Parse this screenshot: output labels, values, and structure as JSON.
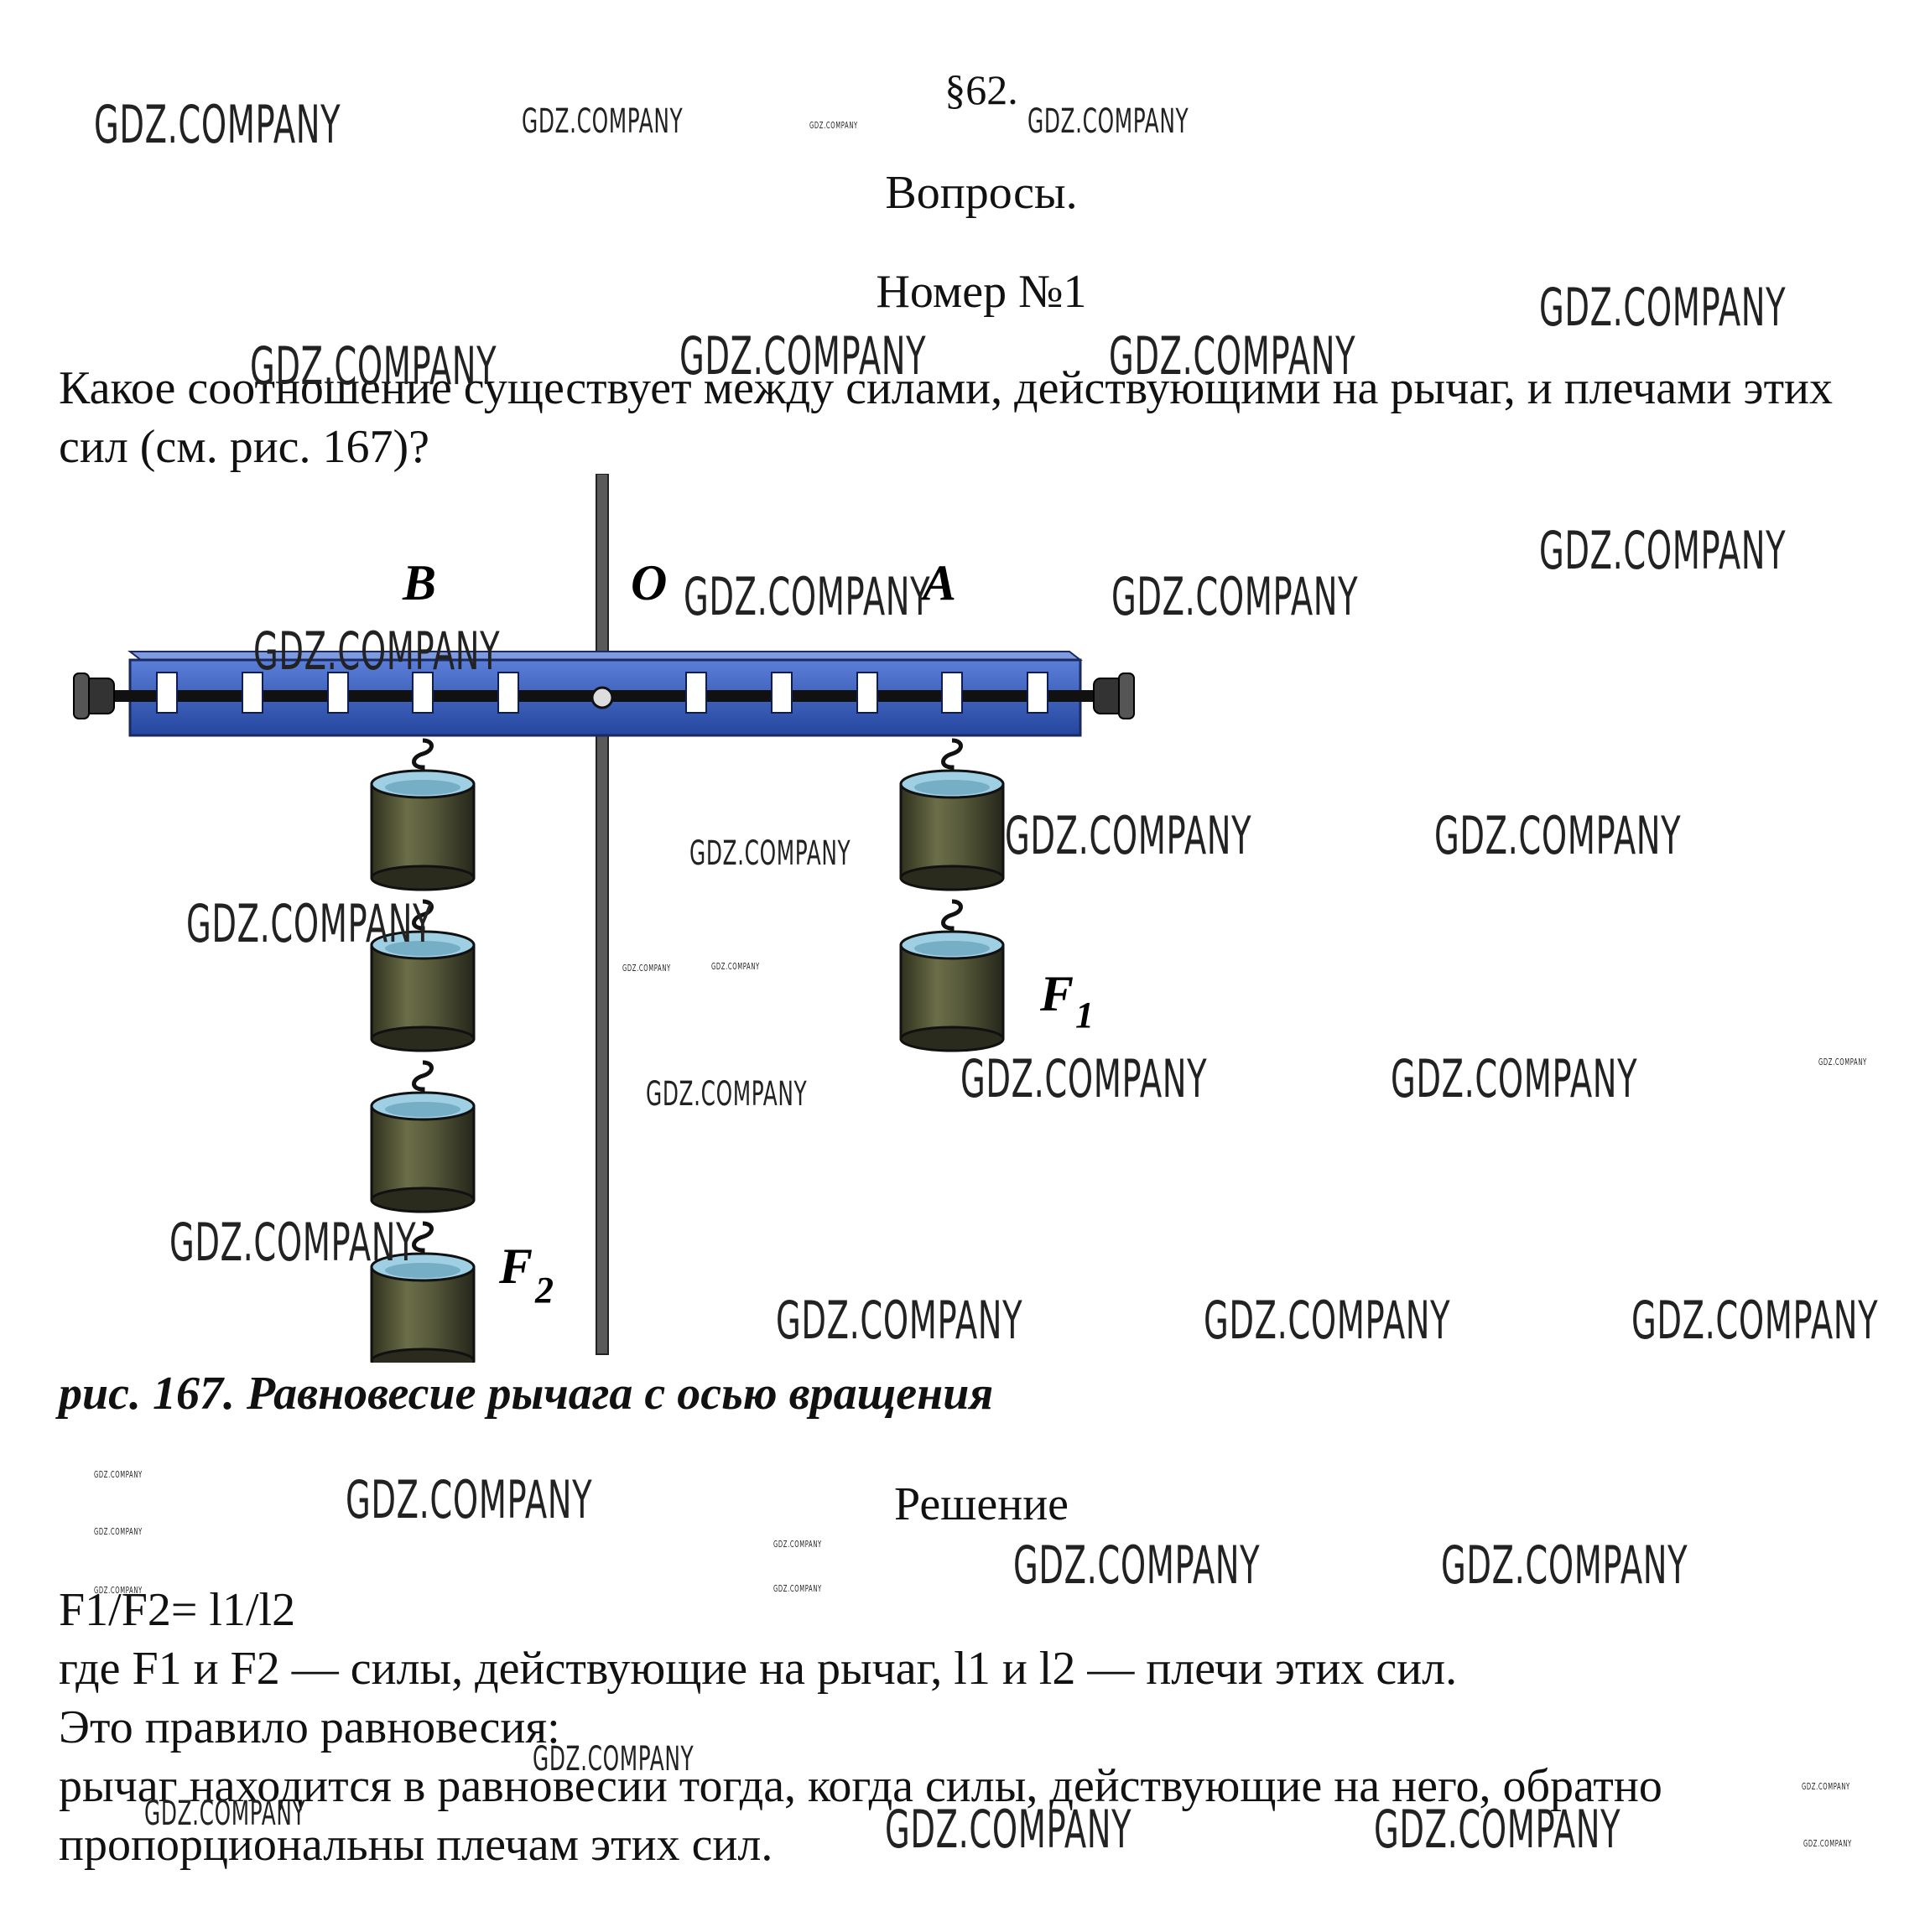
{
  "header": {
    "section": "§62.",
    "questions_title": "Вопросы.",
    "number": "Номер №1"
  },
  "question": "Какое соотношение существует между силами, действующими на рычаг, и плечами этих сил (см. рис. 167)?",
  "figure": {
    "label_b": "B",
    "label_o": "O",
    "label_a": "A",
    "label_f1": "F",
    "label_f1_sub": "1",
    "label_f2": "F",
    "label_f2_sub": "2",
    "left_weights": 4,
    "right_weights": 2,
    "caption": "рис. 167. Равновесие рычага с осью вращения"
  },
  "solution": {
    "title": "Решение",
    "formula": "F1/F2= l1/l2",
    "line1": "где F1 и F2 — силы, действующие на рычаг, l1 и l2 — плечи этих сил.",
    "line2": "Это правило равновесия:",
    "line3": "рычаг находится в равновесии тогда, когда силы, действующие на него, обратно",
    "line4": "пропорциональны плечам этих сил."
  },
  "watermark": "GDZ.COMPANY",
  "colors": {
    "lever": "#2d57c0",
    "lever_top": "#5e7fd6",
    "weight_body": "#4f5236",
    "weight_top": "#9fcfe3",
    "stand": "#555555"
  }
}
